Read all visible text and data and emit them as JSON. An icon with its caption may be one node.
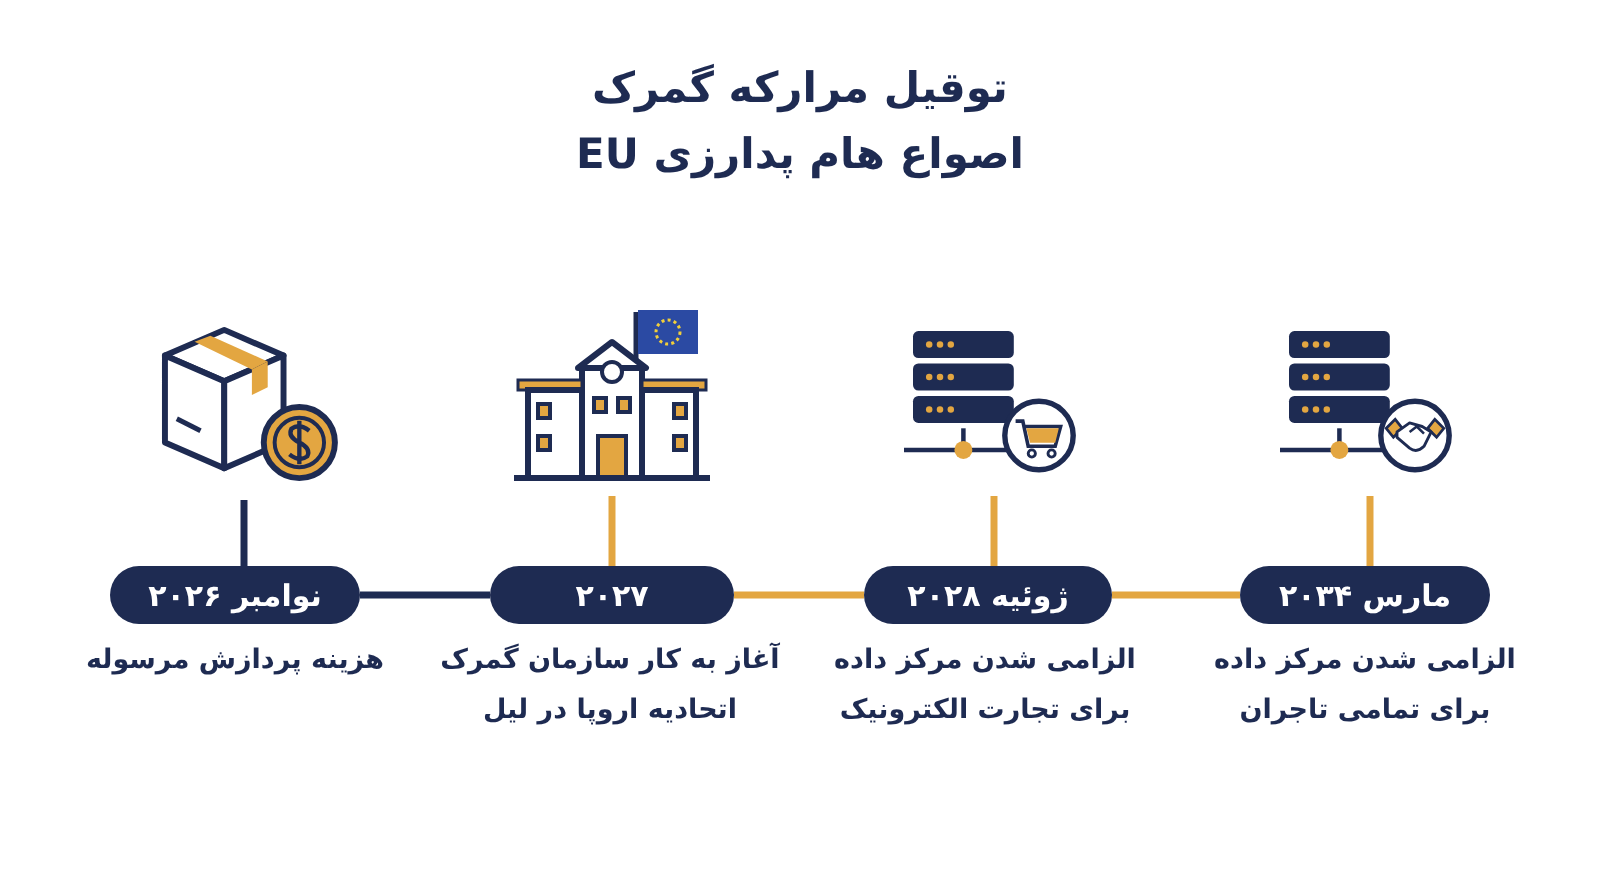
{
  "diagram": {
    "title": "توقیل مرارکه گمرک اصواع هام پدارزی EU",
    "nodes": [
      {
        "text": [
          "نوامبر ۲۰۲۶"
        ],
        "beside": [
          "هزینه پردازش مرسوله"
        ]
      },
      {
        "text": [
          "۲۰۲۷"
        ],
        "beside": [
          "آغاز به کار سازمان گمرک اتحادیه اروپا در لیل"
        ]
      },
      {
        "text": [
          "ژوئیه ۲۰۲۸"
        ],
        "beside": [
          "الزامی شدن مرکز داده برای تجارت الکترونیک"
        ]
      },
      {
        "text": [
          "مارس ۲۰۳۴"
        ],
        "beside": [
          "الزامی شدن مرکز داده برای تمامی تاجران"
        ]
      },
      {
        "text": [],
        "shape": "picture"
      },
      {
        "text": [],
        "shape": "picture"
      },
      {
        "text": [],
        "shape": "picture"
      },
      {
        "text": [],
        "shape": "picture"
      }
    ],
    "edges": [
      {
        "from": 0,
        "to": 1,
        "arrow": "none",
        "color": "#1e2b52"
      },
      {
        "from": 1,
        "to": 2,
        "arrow": "none"
      },
      {
        "from": 2,
        "to": 3,
        "arrow": "none"
      },
      {
        "from": 4,
        "to": 0,
        "arrow": "none",
        "color": "#1e2b52"
      },
      {
        "from": 5,
        "to": 1,
        "arrow": "none"
      },
      {
        "from": 6,
        "to": 2,
        "arrow": "none"
      },
      {
        "from": 7,
        "to": 3,
        "arrow": "none"
      }
    ]
  }
}
